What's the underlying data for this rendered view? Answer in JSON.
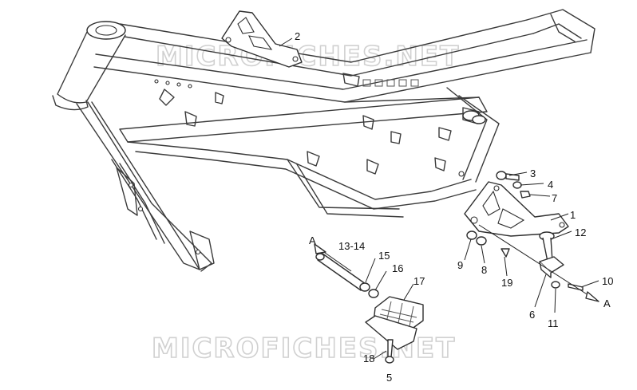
{
  "watermark": "MICROFICHES.NET",
  "callouts": {
    "c1": "1",
    "c2": "2",
    "c3": "3",
    "c4": "4",
    "c5": "5",
    "c6": "6",
    "c7": "7",
    "c8": "8",
    "c9": "9",
    "c10": "10",
    "c11": "11",
    "c12": "12",
    "c13_14": "13-14",
    "c15": "15",
    "c16": "16",
    "c17": "17",
    "c18": "18",
    "c19": "19"
  },
  "arrow_label": "A"
}
